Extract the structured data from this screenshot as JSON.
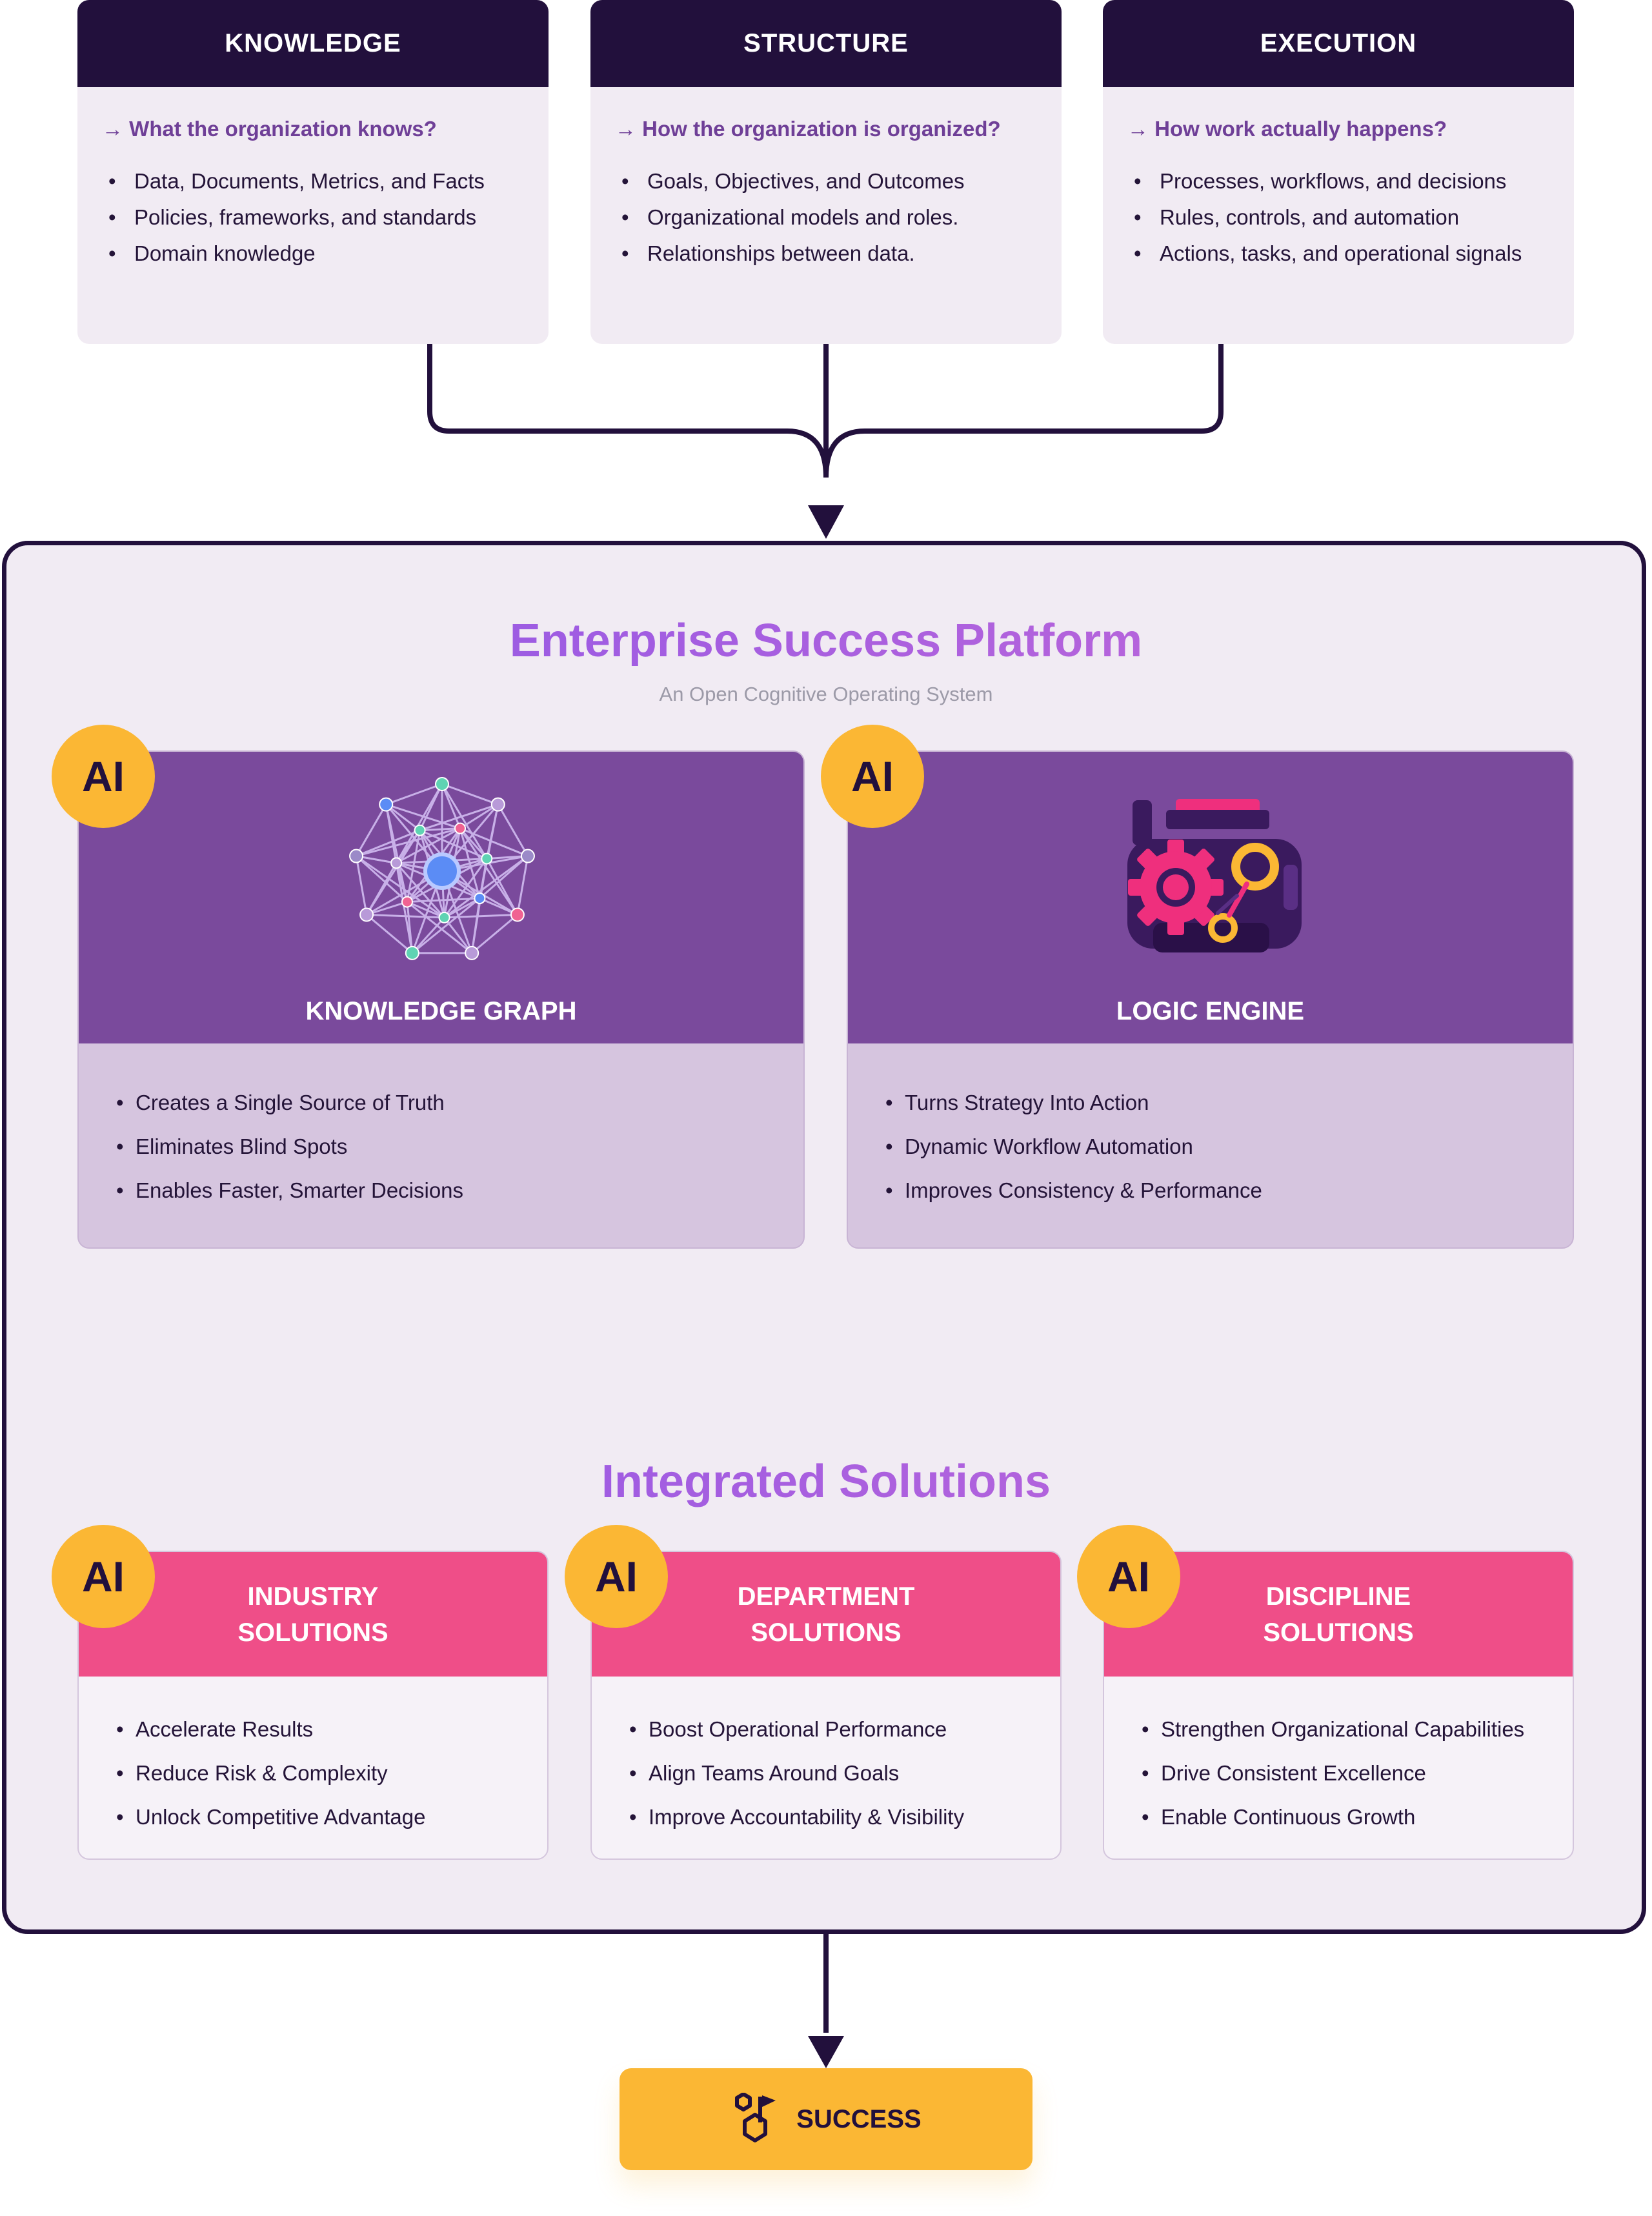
{
  "sources": [
    {
      "title": "KNOWLEDGE",
      "question": "What the organization knows?",
      "items": [
        "Data, Documents, Metrics, and Facts",
        "Policies, frameworks, and standards",
        "Domain knowledge"
      ]
    },
    {
      "title": "STRUCTURE",
      "question": "How the organization is organized?",
      "items": [
        "Goals, Objectives, and Outcomes",
        "Organizational models and roles.",
        "Relationships between data."
      ]
    },
    {
      "title": "EXECUTION",
      "question": "How work actually happens?",
      "items": [
        "Processes, workflows, and decisions",
        "Rules, controls, and automation",
        "Actions, tasks, and operational signals"
      ]
    }
  ],
  "platform": {
    "title": "Enterprise Success Platform",
    "subtitle": "An Open Cognitive Operating System",
    "ai_label": "AI",
    "engines": [
      {
        "title": "KNOWLEDGE GRAPH",
        "icon": "network-graph-icon",
        "items": [
          "Creates a Single Source of Truth",
          "Eliminates Blind Spots",
          "Enables Faster, Smarter Decisions"
        ]
      },
      {
        "title": "LOGIC ENGINE",
        "icon": "engine-gears-icon",
        "items": [
          "Turns Strategy Into Action",
          "Dynamic Workflow Automation",
          "Improves Consistency & Performance"
        ]
      }
    ]
  },
  "solutions": {
    "title": "Integrated Solutions",
    "cards": [
      {
        "title_line1": "INDUSTRY",
        "title_line2": "SOLUTIONS",
        "items": [
          "Accelerate Results",
          "Reduce Risk & Complexity",
          "Unlock Competitive Advantage"
        ]
      },
      {
        "title_line1": "DEPARTMENT",
        "title_line2": "SOLUTIONS",
        "items": [
          "Boost Operational Performance",
          "Align Teams Around Goals",
          "Improve Accountability & Visibility"
        ]
      },
      {
        "title_line1": "DISCIPLINE",
        "title_line2": "SOLUTIONS",
        "items": [
          "Strengthen Organizational Capabilities",
          "Drive Consistent Excellence",
          "Enable Continuous Growth"
        ]
      }
    ]
  },
  "success": {
    "label": "SUCCESS",
    "icon": "goal-flag-icon"
  },
  "colors": {
    "dark": "#22103c",
    "purple": "#7a4a9c",
    "pink": "#ef4e88",
    "yellow": "#fbb734",
    "lavender": "#f1ebf3",
    "lilac": "#d6c5df"
  }
}
